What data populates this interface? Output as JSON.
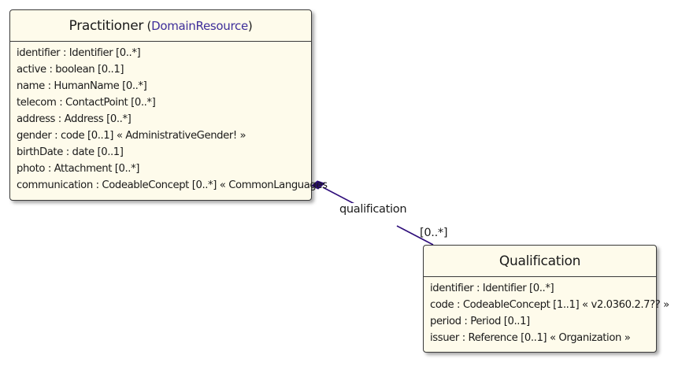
{
  "practitioner": {
    "name": "Practitioner",
    "stereotype_open": " (",
    "stereotype": "DomainResource",
    "stereotype_close": ")",
    "attributes": [
      "identifier : Identifier [0..*]",
      "active : boolean [0..1]",
      "name : HumanName [0..*]",
      "telecom : ContactPoint [0..*]",
      "address : Address [0..*]",
      "gender : code [0..1] « AdministrativeGender! »",
      "birthDate : date [0..1]",
      "photo : Attachment [0..*]",
      "communication : CodeableConcept [0..*] « CommonLanguages"
    ]
  },
  "qualification": {
    "name": "Qualification",
    "attributes": [
      "identifier : Identifier [0..*]",
      "code : CodeableConcept [1..1] « v2.0360.2.7?? »",
      "period : Period [0..1]",
      "issuer : Reference [0..1] « Organization »"
    ]
  },
  "association": {
    "name": "qualification",
    "cardinality": "[0..*]",
    "type": "composition"
  },
  "colors": {
    "box_fill": "#fefbeb",
    "box_border": "#3a3a3a",
    "connector": "#2e0d7a",
    "stereotype_link": "#3e2e9a"
  }
}
